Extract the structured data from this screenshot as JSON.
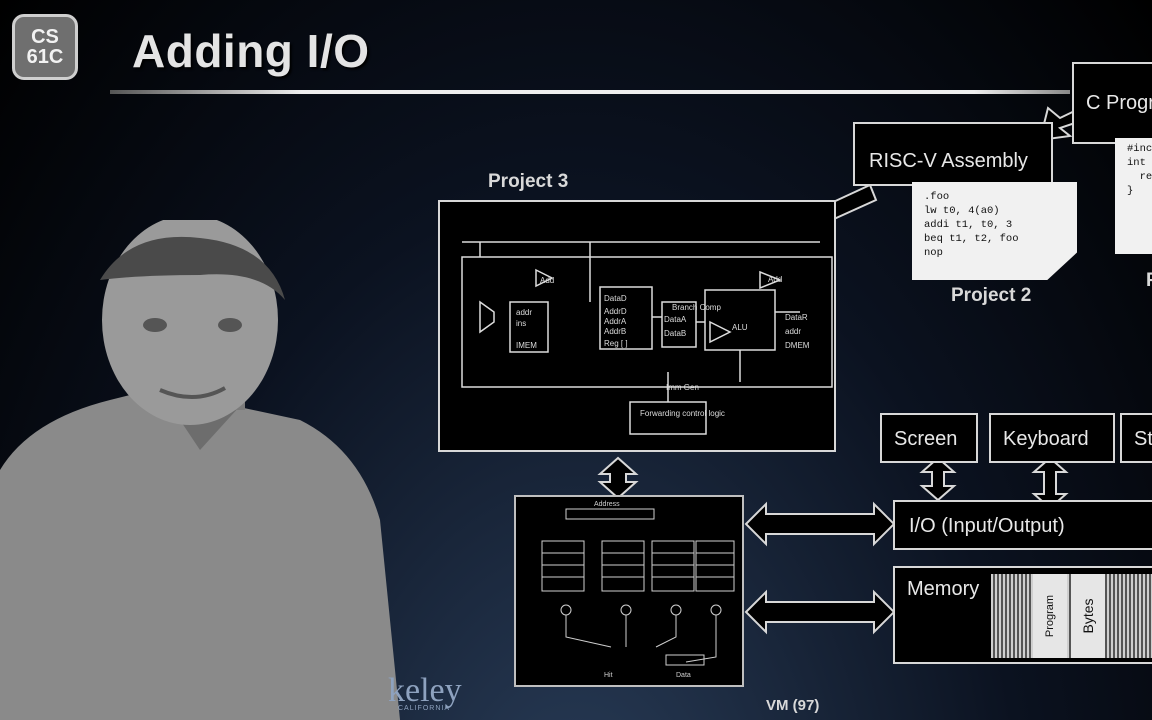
{
  "slide": {
    "title": "Adding I/O",
    "logo": {
      "line1": "CS",
      "line2": "61C"
    }
  },
  "boxes": {
    "c_program": "C Progr",
    "risc_v_assembly": "RISC-V Assembly",
    "screen": "Screen",
    "keyboard": "Keyboard",
    "storage": "St",
    "io": "I/O (Input/Output)",
    "memory": "Memory"
  },
  "memory_columns": [
    "Program",
    "Bytes"
  ],
  "captions": {
    "project3": "Project 3",
    "project2": "Project 2",
    "vm": "VM (97)",
    "project_partial": "P"
  },
  "asm_code": [
    ".foo",
    "lw t0, 4(a0)",
    "addi t1, t0, 3",
    "beq t1, t2, foo",
    "nop"
  ],
  "c_code": [
    "#inc",
    "",
    "int",
    "  re",
    "",
    "}"
  ],
  "datapath": {
    "labels": [
      "Add",
      "Add",
      "addr",
      "ins",
      "IMEM",
      "DataD",
      "AddrD",
      "AddrA",
      "AddrB",
      "Reg [ ]",
      "DataA",
      "DataB",
      "Branch Comp",
      "ALU",
      "DataR",
      "addr",
      "DMEM",
      "Imm Gen"
    ],
    "control": "Forwarding control logic"
  },
  "cache": {
    "address_label": "Address",
    "bottom_labels": [
      "Hit",
      "Data"
    ]
  },
  "watermark": "keley",
  "watermark_sub": "CALIFORNIA",
  "colors": {
    "background": "#000000",
    "accent": "#d8d8d8",
    "note": "#f1f1f1"
  }
}
